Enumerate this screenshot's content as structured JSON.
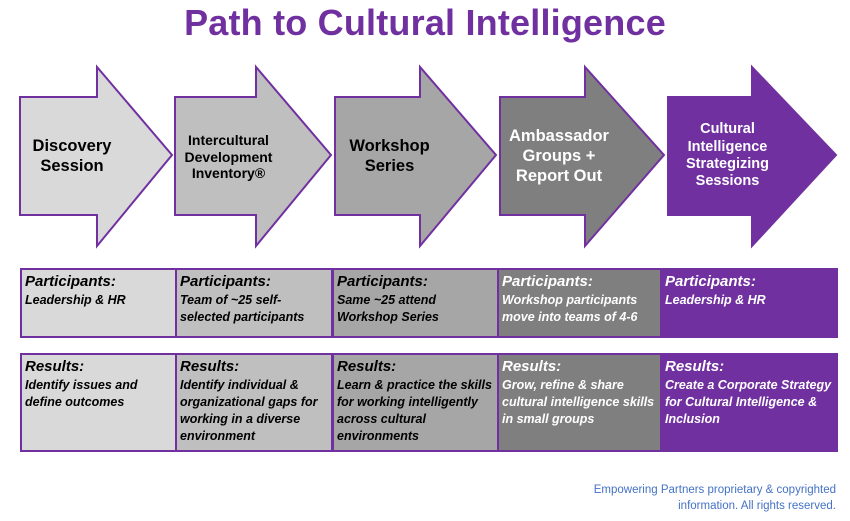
{
  "title": "Path to Cultural Intelligence",
  "colors": {
    "accent": "#7030a0",
    "step_fills": [
      "#d9d9d9",
      "#bfbfbf",
      "#a6a6a6",
      "#7f7f7f",
      "#7030a0"
    ],
    "footer": "#4472c4"
  },
  "steps": [
    {
      "label_lines": [
        "Discovery",
        "Session"
      ],
      "participants_heading": "Participants:",
      "participants": "Leadership & HR",
      "results_heading": "Results:",
      "results": "Identify issues and define outcomes"
    },
    {
      "label_lines": [
        "Intercultural",
        "Development",
        "Inventory®"
      ],
      "participants_heading": "Participants:",
      "participants": "Team of ~25 self-selected participants",
      "results_heading": "Results:",
      "results": "Identify individual & organizational gaps for working in a diverse environment"
    },
    {
      "label_lines": [
        "Workshop",
        "Series"
      ],
      "participants_heading": "Participants:",
      "participants": "Same ~25 attend Workshop Series",
      "results_heading": "Results:",
      "results": "Learn & practice the skills for working intelligently across cultural environments"
    },
    {
      "label_lines": [
        "Ambassador",
        "Groups +",
        "Report Out"
      ],
      "participants_heading": "Participants:",
      "participants": "Workshop participants move into teams of 4-6",
      "results_heading": "Results:",
      "results": "Grow, refine & share cultural intelligence skills in small groups"
    },
    {
      "label_lines": [
        "Cultural",
        "Intelligence",
        "Strategizing",
        "Sessions"
      ],
      "participants_heading": "Participants:",
      "participants": "Leadership & HR",
      "results_heading": "Results:",
      "results": "Create a Corporate Strategy for Cultural Intelligence & Inclusion"
    }
  ],
  "footer_lines": [
    "Empowering Partners proprietary & copyrighted",
    "information.  All rights reserved."
  ]
}
